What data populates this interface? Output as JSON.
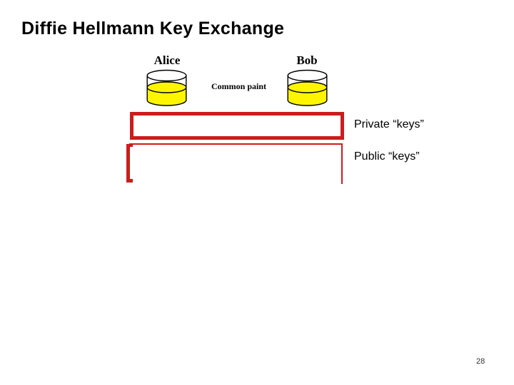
{
  "slide": {
    "title": "Diffie Hellmann Key Exchange",
    "page_number": "28"
  },
  "diagram": {
    "alice_label": "Alice",
    "bob_label": "Bob",
    "common_paint_label": "Common paint",
    "private_keys_label": "Private “keys”",
    "public_keys_label": "Public “keys”"
  },
  "colors": {
    "box-red": "#cc1c1c",
    "paint-yellow": "#fff500",
    "title-color": "#000000"
  }
}
